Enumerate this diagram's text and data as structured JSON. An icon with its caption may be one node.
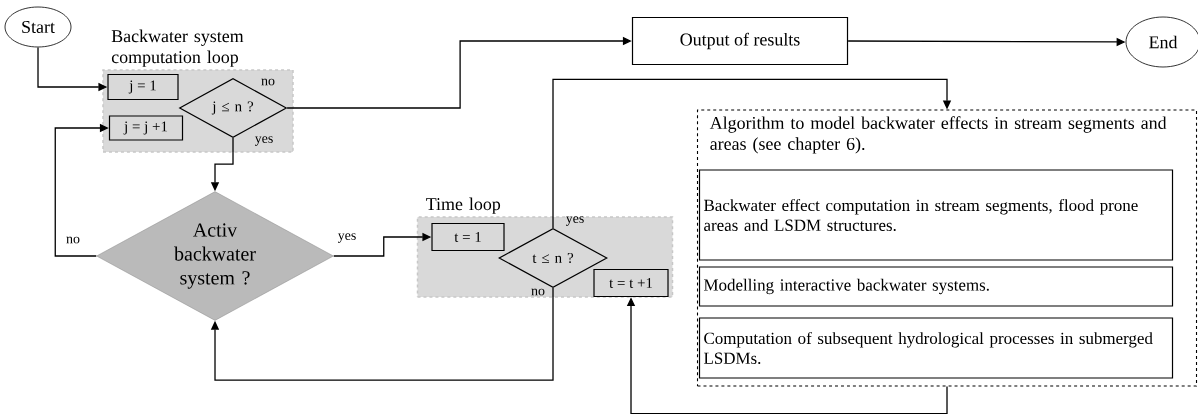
{
  "diagram": {
    "nodes": [
      {
        "text": [
          "Start"
        ]
      },
      {
        "text": [
          "Backwater system computation loop"
        ]
      },
      {
        "text": [
          "j = 1"
        ],
        "in": 1
      },
      {
        "text": [
          "j = j +1"
        ],
        "in": 1
      },
      {
        "text": [
          "j ≤ n ?"
        ],
        "in": 1
      },
      {
        "text": [
          "Output of results"
        ]
      },
      {
        "text": [
          "End"
        ]
      },
      {
        "text": [
          "Activ backwater system ?"
        ]
      },
      {
        "text": [
          "Time loop"
        ]
      },
      {
        "text": [
          "t = 1"
        ],
        "in": 8
      },
      {
        "text": [
          "t ≤ n ?"
        ],
        "in": 8
      },
      {
        "text": [
          "t = t +1"
        ],
        "in": 8
      },
      {
        "text": [
          "Algorithm to model backwater effects in stream segments and areas (see chapter 6)."
        ]
      },
      {
        "text": [
          "Backwater effect computation in stream segments, flood prone areas and LSDM structures."
        ],
        "in": 12
      },
      {
        "text": [
          "Modelling interactive backwater systems."
        ],
        "in": 12
      },
      {
        "text": [
          "Computation of subsequent hydrological processes in submerged LSDMs."
        ],
        "in": 12
      }
    ],
    "edges": [
      {
        "from": 0,
        "to": 2,
        "arrow": "to"
      },
      {
        "from": 4,
        "to": 5,
        "arrow": "to",
        "label": "no"
      },
      {
        "from": 5,
        "to": 6,
        "arrow": "to"
      },
      {
        "from": 4,
        "to": 7,
        "arrow": "to",
        "label": "yes"
      },
      {
        "from": 7,
        "to": 3,
        "arrow": "to",
        "label": "no"
      },
      {
        "from": 7,
        "to": 9,
        "arrow": "to",
        "label": "yes"
      },
      {
        "from": 10,
        "to": 12,
        "arrow": "to",
        "label": "yes"
      },
      {
        "from": 10,
        "to": 7,
        "arrow": "to",
        "label": "no"
      },
      {
        "from": 12,
        "to": 11,
        "arrow": "to"
      }
    ]
  }
}
